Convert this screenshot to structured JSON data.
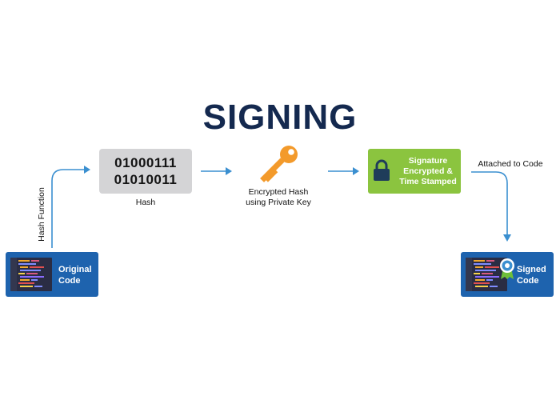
{
  "title": "SIGNING",
  "hash": {
    "binary_line1": "01000111",
    "binary_line2": "01010011",
    "label": "Hash"
  },
  "hash_function_label": "Hash Function",
  "encrypted_hash": {
    "line1": "Encrypted Hash",
    "line2": "using Private Key"
  },
  "signature_box": {
    "line1": "Signature",
    "line2": "Encrypted &",
    "line3": "Time Stamped"
  },
  "attached_label": "Attached to Code",
  "original_code": {
    "line1": "Original",
    "line2": "Code"
  },
  "signed_code": {
    "line1": "Signed",
    "line2": "Code"
  },
  "colors": {
    "title": "#14294f",
    "hash_box": "#d4d4d6",
    "signature_box": "#8bc43f",
    "code_box": "#1e63ae",
    "arrow": "#3a8fd0",
    "key": "#f39a2b",
    "lock": "#1f3d5a"
  }
}
